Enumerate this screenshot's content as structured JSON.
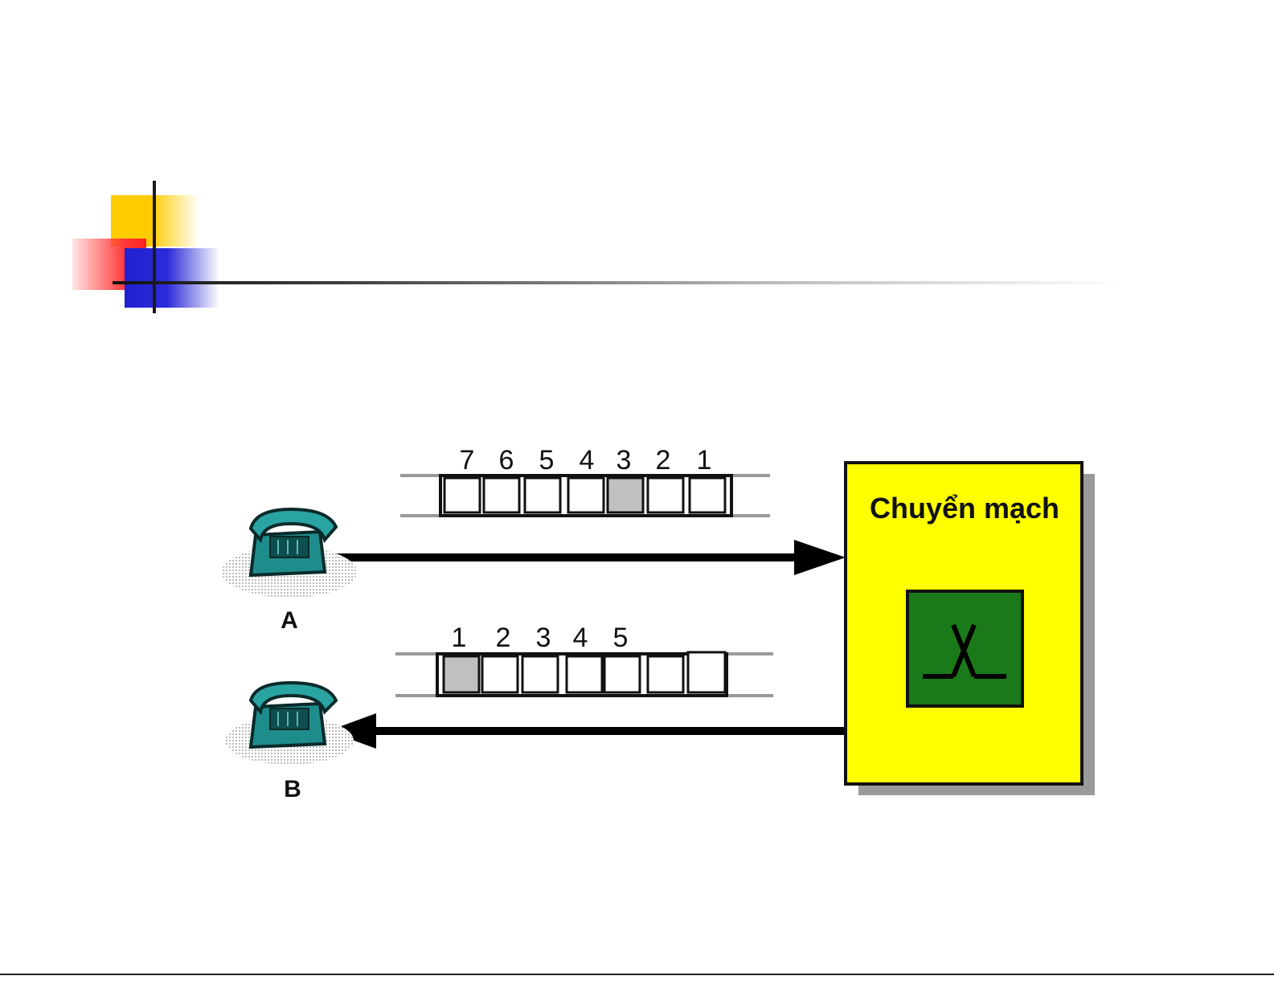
{
  "diagram": {
    "top_slot_numbers": [
      "7",
      "6",
      "5",
      "4",
      "3",
      "2",
      "1"
    ],
    "bottom_slot_numbers": [
      "1",
      "2",
      "3",
      "4",
      "5"
    ],
    "phone_a_label": "A",
    "phone_b_label": "B",
    "switch_title": "Chuyển mạch"
  },
  "colors": {
    "switch_fill": "#ffff00",
    "switch_core": "#1a7a1a",
    "phone": "#1f8c8c",
    "highlight_slot": "#c0c0c0"
  }
}
